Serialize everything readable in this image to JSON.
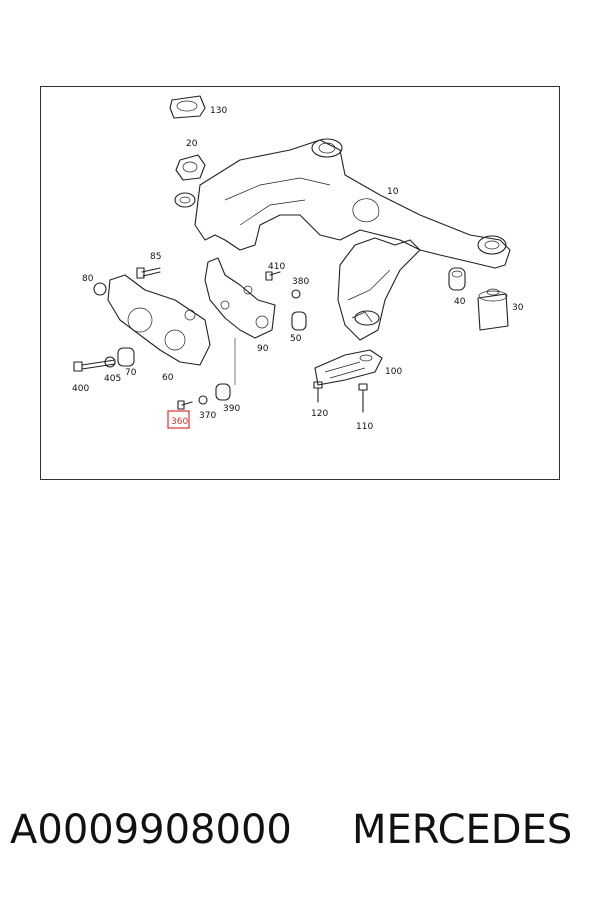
{
  "diagram": {
    "callouts": {
      "c10": "10",
      "c20": "20",
      "c30": "30",
      "c40": "40",
      "c50": "50",
      "c60": "60",
      "c70": "70",
      "c80": "80",
      "c85": "85",
      "c90": "90",
      "c100": "100",
      "c110": "110",
      "c120": "120",
      "c130": "130",
      "c360": "360",
      "c370": "370",
      "c380": "380",
      "c390": "390",
      "c400": "400",
      "c405": "405",
      "c410": "410"
    },
    "highlighted_callout": "360",
    "highlight_color": "#e03030"
  },
  "caption": {
    "part_number": "A0009908000",
    "brand": "MERCEDES"
  }
}
